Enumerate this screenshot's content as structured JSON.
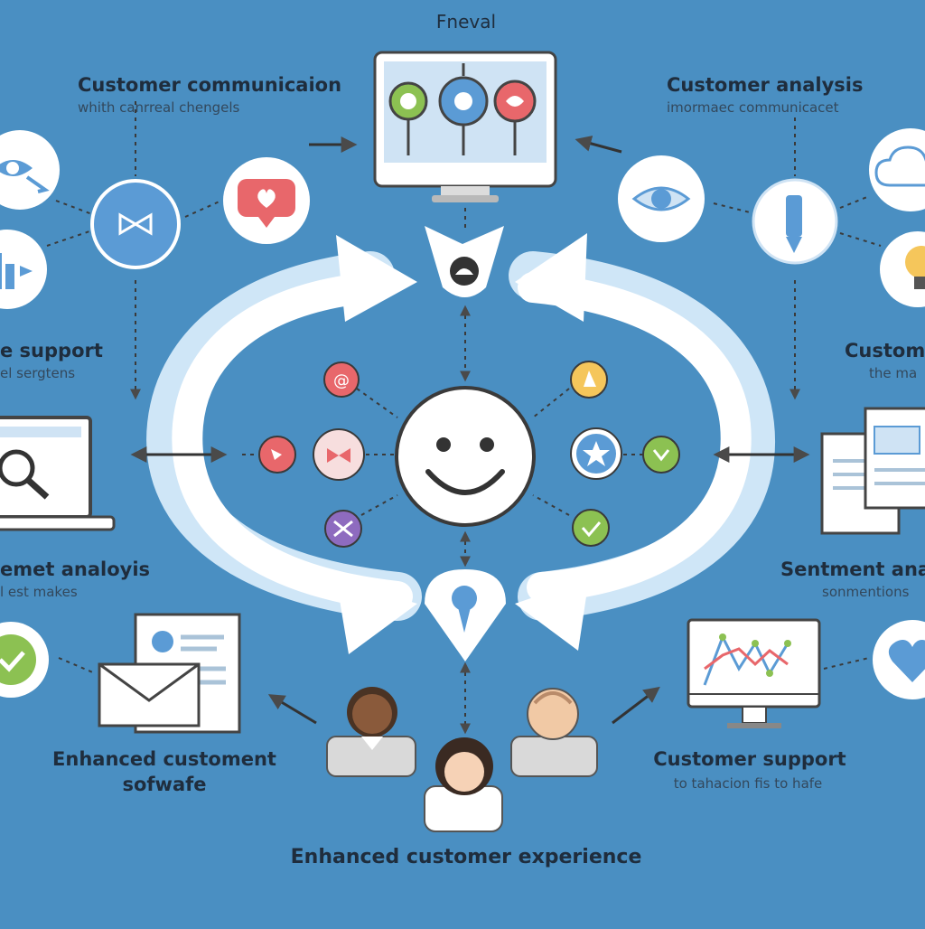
{
  "colors": {
    "background": "#4a8fc2",
    "arrow_white": "#ffffff",
    "arrow_glow": "#cfe6f7",
    "accent_red": "#e8676b",
    "accent_green": "#8cc152",
    "accent_yellow": "#f5c65b",
    "accent_purple": "#8e6bbf",
    "accent_blue": "#5b9bd5",
    "text_dark": "#1f2d3d"
  },
  "labels": {
    "top": "Fneval",
    "top_left_title": "Customer communicaion",
    "top_left_sub": "whith canrreal chengels",
    "top_right_title": "Customer analysis",
    "top_right_sub": "imormaec communicacet",
    "mid_left_title": "e support",
    "mid_left_sub": "el sergtens",
    "mid_right_title": "Custome",
    "mid_right_sub": "the ma",
    "lower_left_title": "emet analoyis",
    "lower_left_sub": "l est makes",
    "lower_right_title": "Sentment analy",
    "lower_right_sub": "sonmentions",
    "bottom_left_title_1": "Enhanced customent",
    "bottom_left_title_2": "sofwafe",
    "bottom_right_title": "Customer support",
    "bottom_right_sub": "to tahacion fis to hafe",
    "bottom": "Enhanced customer experience"
  },
  "icons": {
    "top_monitor": "monitor-dashboard-icon",
    "center": "smiley-face-icon",
    "top_funnel": "funnel-icon",
    "bottom_pin": "location-pin-icon",
    "left_inner": [
      "at-sign-icon",
      "red-dot-icon",
      "ribbon-icon",
      "purple-bow-icon"
    ],
    "right_inner": [
      "hand-icon",
      "star-icon",
      "check-down-icon",
      "check-icon"
    ],
    "left_outer": [
      "eye-arrow-icon",
      "bowtie-icon",
      "heart-chat-icon",
      "chart-tool-icon",
      "laptop-search-icon",
      "green-check-icon",
      "envelope-document-icon"
    ],
    "right_outer": [
      "cloud-icon",
      "eye-icon",
      "pen-icon",
      "lightbulb-icon",
      "documents-icon",
      "monitor-chart-icon",
      "heart-icon"
    ],
    "people": [
      "person-left-icon",
      "person-center-icon",
      "person-right-icon"
    ]
  }
}
